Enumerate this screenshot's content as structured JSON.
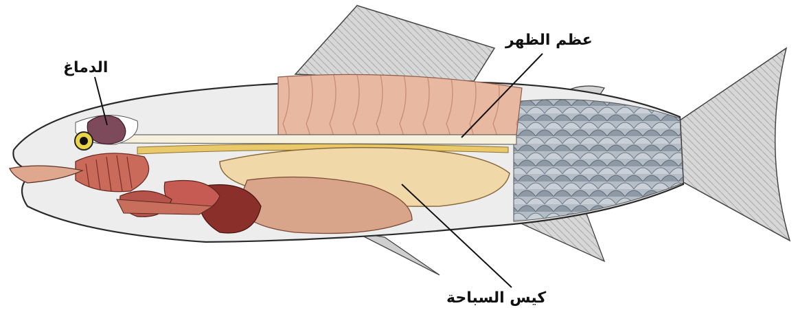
{
  "labels": {
    "brain": "الدماغ",
    "backbone": "عظم الظهر",
    "swim_bladder": "كيس السباحة"
  },
  "colors": {
    "outline": "#2a2a2a",
    "fin": "#cfcfcf",
    "muscle": "#e8b9a0",
    "scales": "#a9b3bd",
    "swim_bladder": "#f1d8a8",
    "brain": "#7d4a5c",
    "gills": "#c96a5a",
    "liver": "#8a2f2a",
    "intestine": "#d9a58a"
  }
}
